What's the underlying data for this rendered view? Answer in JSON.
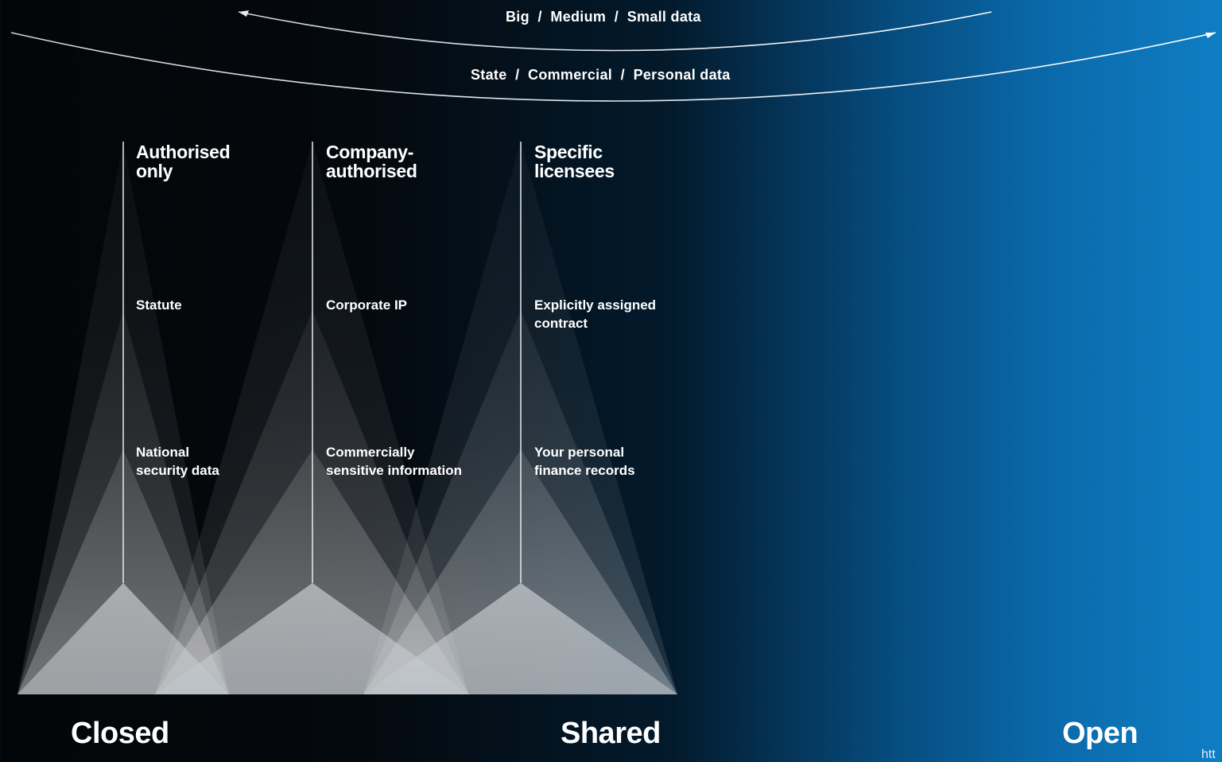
{
  "arcs": {
    "top": "Big  /  Medium  /  Small data",
    "bottom": "State  /  Commercial  /  Personal data"
  },
  "columns": [
    {
      "title": "Authorised\nonly",
      "middle": "Statute",
      "bottom": "National\nsecurity data"
    },
    {
      "title": "Company-\nauthorised",
      "middle": "Corporate IP",
      "bottom": "Commercially\nsensitive information"
    },
    {
      "title": "Specific\nlicensees",
      "middle": "Explicitly assigned\ncontract",
      "bottom": "Your personal\nfinance records"
    }
  ],
  "spectrum": {
    "closed": "Closed",
    "shared": "Shared",
    "open": "Open"
  },
  "corner_text": "htt",
  "colors": {
    "background_left": "#030608",
    "background_right": "#0f7ec4",
    "text": "#ffffff"
  }
}
